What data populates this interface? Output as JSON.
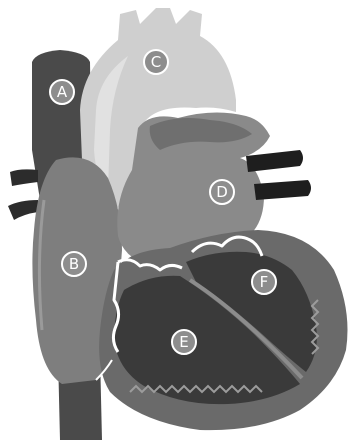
{
  "diagram": {
    "labels": [
      {
        "id": "A",
        "text": "A"
      },
      {
        "id": "B",
        "text": "B"
      },
      {
        "id": "C",
        "text": "C"
      },
      {
        "id": "D",
        "text": "D"
      },
      {
        "id": "E",
        "text": "E"
      },
      {
        "id": "F",
        "text": "F"
      }
    ]
  },
  "colors": {
    "vena_cava": "#4a4a4a",
    "right_atrium": "#7e7e7e",
    "aorta": "#cfcfcf",
    "left_atrium": "#8a8a8a",
    "ventricle_wall": "#6a6a6a",
    "ventricle_cavity": "#3a3a3a",
    "pulmonary_veins": "#1e1e1e",
    "valve": "#ffffff"
  }
}
